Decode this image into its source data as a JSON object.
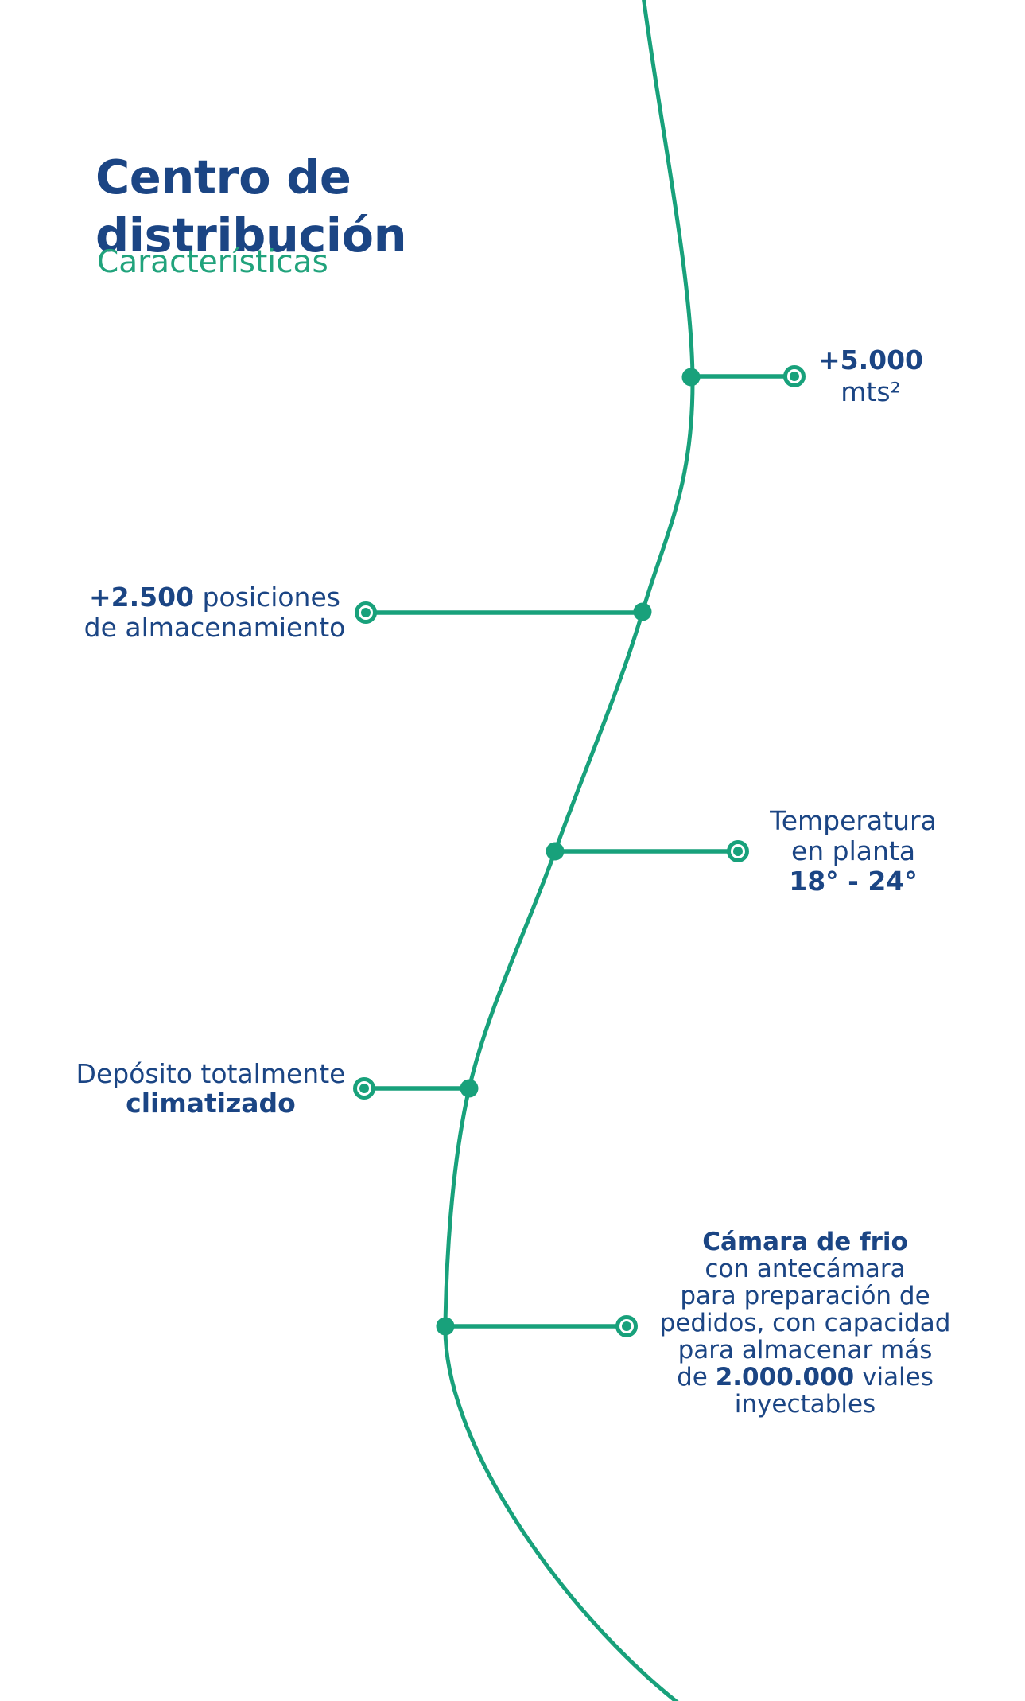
{
  "page": {
    "title": "Centro de\ndistribución",
    "subtitle": "Características"
  },
  "colors": {
    "navy": "#1B4584",
    "green": "#18A17B",
    "background": "#FFFFFF"
  },
  "features": [
    {
      "id": "area",
      "lines": [
        {
          "segments": [
            {
              "text": "+5.000",
              "bold": true
            }
          ]
        },
        {
          "segments": [
            {
              "text": "mts²",
              "bold": false
            }
          ]
        }
      ]
    },
    {
      "id": "storage-positions",
      "lines": [
        {
          "segments": [
            {
              "text": "+2.500",
              "bold": true
            },
            {
              "text": " posiciones",
              "bold": false
            }
          ]
        },
        {
          "segments": [
            {
              "text": "de almacenamiento",
              "bold": false
            }
          ]
        }
      ]
    },
    {
      "id": "plant-temperature",
      "lines": [
        {
          "segments": [
            {
              "text": "Temperatura",
              "bold": false
            }
          ]
        },
        {
          "segments": [
            {
              "text": "en planta",
              "bold": false
            }
          ]
        },
        {
          "segments": [
            {
              "text": "18° - 24°",
              "bold": true
            }
          ]
        }
      ]
    },
    {
      "id": "climatized-warehouse",
      "lines": [
        {
          "segments": [
            {
              "text": "Depósito totalmente",
              "bold": false
            }
          ]
        },
        {
          "segments": [
            {
              "text": "climatizado",
              "bold": true
            }
          ]
        }
      ]
    },
    {
      "id": "cold-room",
      "lines": [
        {
          "segments": [
            {
              "text": "Cámara de frio",
              "bold": true
            }
          ]
        },
        {
          "segments": [
            {
              "text": "con antecámara",
              "bold": false
            }
          ]
        },
        {
          "segments": [
            {
              "text": "para preparación de",
              "bold": false
            }
          ]
        },
        {
          "segments": [
            {
              "text": "pedidos, con capacidad",
              "bold": false
            }
          ]
        },
        {
          "segments": [
            {
              "text": "para almacenar más",
              "bold": false
            }
          ]
        },
        {
          "segments": [
            {
              "text": "de ",
              "bold": false
            },
            {
              "text": "2.000.000",
              "bold": true
            },
            {
              "text": " viales",
              "bold": false
            }
          ]
        },
        {
          "segments": [
            {
              "text": "inyectables",
              "bold": false
            }
          ]
        }
      ]
    }
  ]
}
